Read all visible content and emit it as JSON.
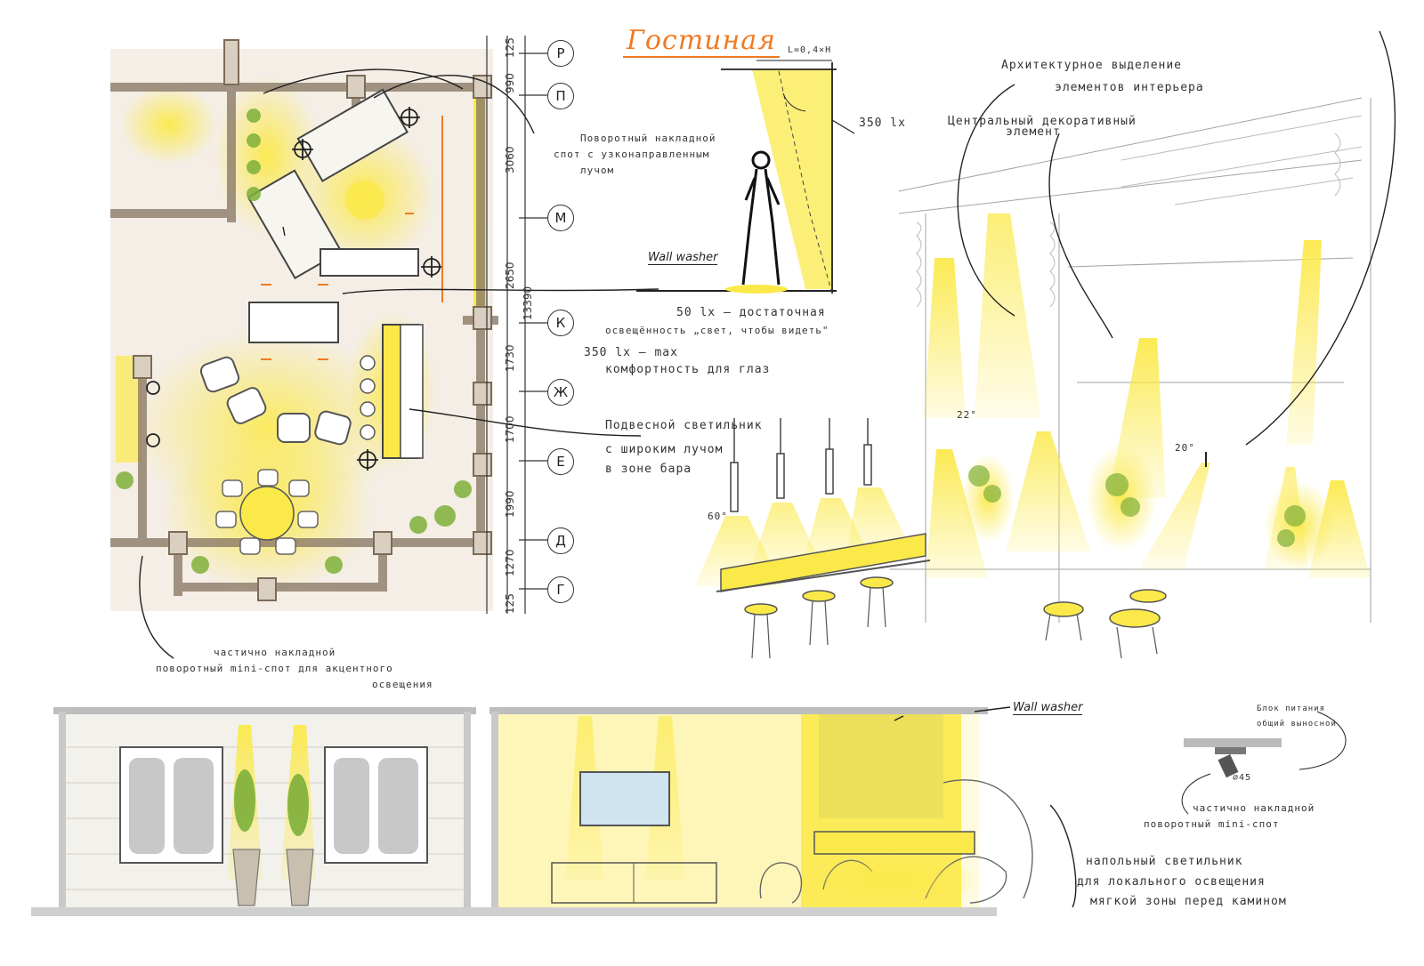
{
  "title": "Гостиная",
  "axes": [
    {
      "label": "Р"
    },
    {
      "label": "П"
    },
    {
      "label": "М"
    },
    {
      "label": "К"
    },
    {
      "label": "Ж"
    },
    {
      "label": "Е"
    },
    {
      "label": "Д"
    },
    {
      "label": "Г"
    }
  ],
  "dimensions": [
    "125",
    "990",
    "3060",
    "2650",
    "13390",
    "1730",
    "1700",
    "1990",
    "1270",
    "125"
  ],
  "labels": {
    "pivot_spot_narrow_1": "Поворотный накладной",
    "pivot_spot_narrow_2": "спот с узконаправленным",
    "pivot_spot_narrow_3": "лучом",
    "section_formula": "L=0,4×H",
    "lux_350_side": "350 lx",
    "wall_washer_1": "Wall washer",
    "lux50_1": "50 lx – достаточная",
    "lux50_2": "освещённость „свет, чтобы видеть\"",
    "lux350_1": "350 lx – max",
    "lux350_2": "комфортность для глаз",
    "pendant_1": "Подвесной светильник",
    "pendant_2": "с широким лучом",
    "pendant_3": "в зоне бара",
    "arch_1": "Архитектурное выделение",
    "arch_2": "элементов интерьера",
    "central_1": "Центральный декоративный",
    "central_2": "элемент",
    "partial_1": "частично накладной",
    "partial_2": "поворотный mini-спот для акцентного",
    "partial_3": "освещения",
    "angle_22": "22°",
    "angle_20": "20°",
    "angle_60": "60°",
    "wall_washer_2": "Wall washer",
    "psu_1": "Блок питания",
    "psu_2": "общий выносной",
    "psu_dim_1": "∅45",
    "partial_mini_1": "частично накладной",
    "partial_mini_2": "поворотный mini-спот",
    "floor_1": "напольный светильник",
    "floor_2": "для локального освещения",
    "floor_3": "мягкой зоны перед камином"
  },
  "colors": {
    "light": "#fbe94a",
    "light_soft": "#fdf39c",
    "accent": "#f07a22",
    "ink": "#2b2b2b",
    "wood": "#d9cfc0",
    "plant": "#7fb03a"
  }
}
